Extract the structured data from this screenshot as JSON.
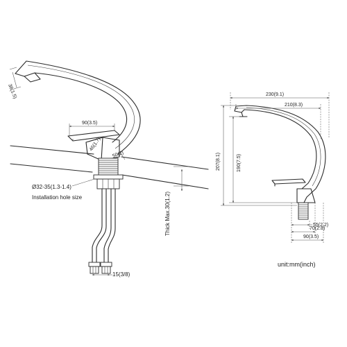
{
  "left_view": {
    "dim_spout": "38(1.5)",
    "dim_lever": "90(3.5)",
    "dim_base_h": "46(1.7)",
    "dim_base_w": "50(2)",
    "hole_diameter": "Ø32-35(1.3-1.4)",
    "hole_caption": "Installation hole size",
    "thickness": "Thick Max.30(1.2)",
    "hose_connector": "15(3/8)"
  },
  "right_view": {
    "dim_total_width": "230(9.1)",
    "dim_spout_reach": "210(8.3)",
    "dim_total_height": "207(8.1)",
    "dim_spout_height": "190(7.5)",
    "dim_55": "55(2.2)",
    "dim_70": "70(2.8)",
    "dim_90": "90(3.5)"
  },
  "unit_note": "unit:mm(inch)"
}
